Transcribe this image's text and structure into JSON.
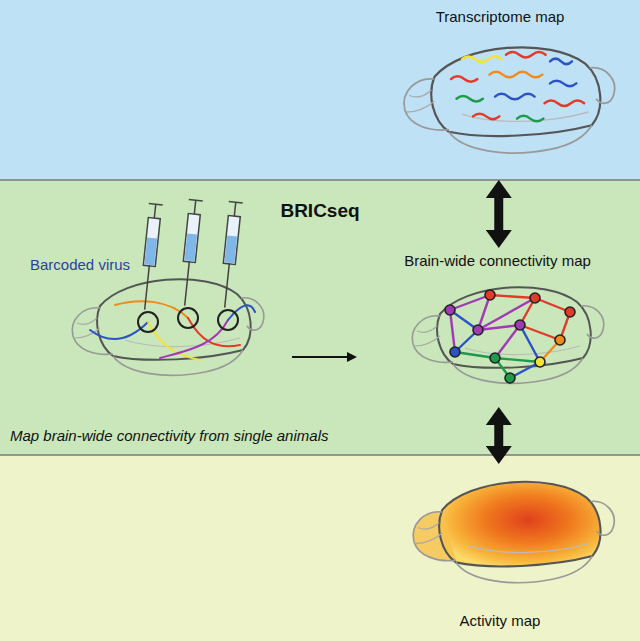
{
  "diagram": {
    "nodes": [
      {
        "text": [
          "Transcriptome map"
        ]
      },
      {
        "text": [
          "BRICseq",
          "Map brain-wide connectivity from single animals"
        ]
      },
      {
        "text": [
          "Brain-wide connectivity map"
        ],
        "in": 1
      },
      {
        "text": [
          "Activity map"
        ]
      }
    ],
    "edges": [
      {
        "from": 0,
        "to": 2,
        "arrow": "both"
      },
      {
        "from": 2,
        "to": 3,
        "arrow": "both"
      }
    ],
    "labels": [
      "Barcoded virus"
    ]
  }
}
